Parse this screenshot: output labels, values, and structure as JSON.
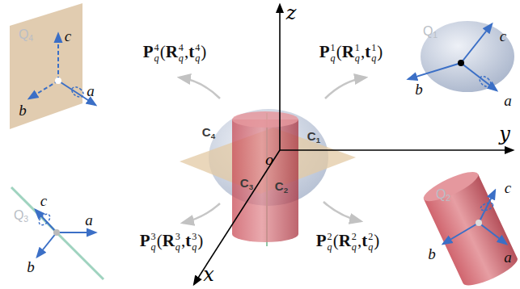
{
  "diagram": {
    "labels": [
      "z",
      "y",
      "x",
      "o",
      "C4",
      "C1",
      "C3",
      "C2",
      "Q1",
      "b",
      "c",
      "a",
      "Q4",
      "c",
      "b",
      "a",
      "Q3",
      "c",
      "a",
      "b",
      "Q2",
      "c",
      "b",
      "a",
      "Pq4(Rq4,tq4)",
      "Pq1(Rq1,tq1)",
      "Pq3(Rq3,tq3)",
      "Pq2(Rq2,tq2)"
    ]
  }
}
